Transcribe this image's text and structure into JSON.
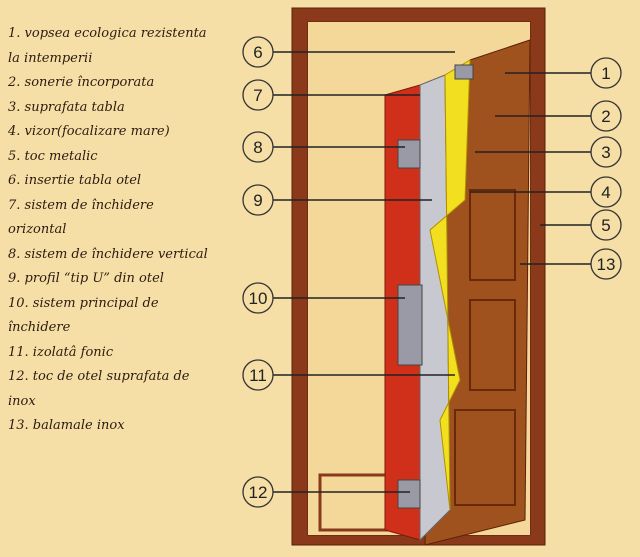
{
  "legend": [
    "1.   vopsea ecologica rezistenta",
    "la intemperii",
    "2.   sonerie încorporata",
    "3.   suprafata tabla",
    "4.   vizor(focalizare mare)",
    "5.   toc metalic",
    "6.   insertie tabla otel",
    "7.   sistem de închidere",
    "orizontal",
    "8.   sistem de închidere vertical",
    "9.   profil “tip U” din otel",
    "10. sistem principal de",
    "închidere",
    "11.  izolatâ fonic",
    "12.  toc de otel suprafata de",
    "inox",
    "13.   balamale inox"
  ],
  "callouts_left": [
    "6",
    "7",
    "8",
    "9",
    "10",
    "11",
    "12"
  ],
  "callouts_right": [
    "1",
    "2",
    "3",
    "4",
    "5",
    "13"
  ],
  "colors": {
    "background": "#f6dfa6",
    "wood": "#a0521e",
    "frame": "#8a3a1a",
    "edge_red": "#d0301a",
    "steel": "#c8c8d0",
    "insulation": "#f2e020"
  }
}
